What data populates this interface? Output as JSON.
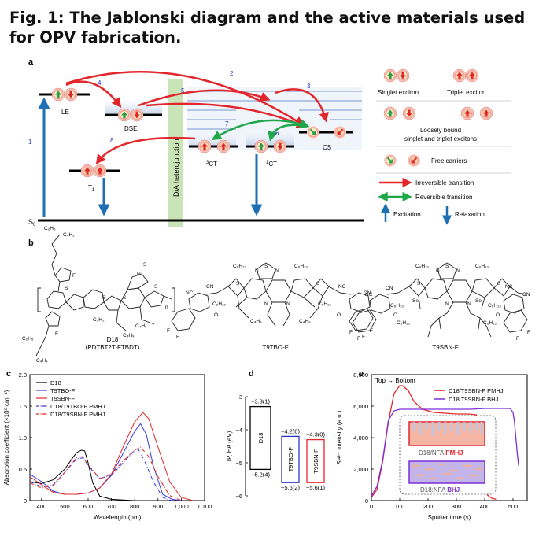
{
  "caption": "Fig. 1: The Jablonski diagram and the active materials used for OPV fabrication.",
  "panel_a": {
    "label": "a",
    "states": {
      "s0": "S",
      "s0_sub": "0",
      "le": "LE",
      "dse": "DSE",
      "t1": "T",
      "t1_sub": "1",
      "ct3_sup": "3",
      "ct3": "CT",
      "ct1_sup": "1",
      "ct1": "CT",
      "cs": "CS"
    },
    "interface": "D/A heterojunction",
    "arrow_numbers": [
      "1",
      "2",
      "3",
      "4",
      "5",
      "6",
      "7",
      "8"
    ],
    "legend": {
      "singlet": "Singlet exciton",
      "triplet": "Triplet exciton",
      "loose_1": "Loosely bound",
      "loose_2": "singlet and triplet excitons",
      "free": "Free carriers",
      "irreversible": "Irreversible transition",
      "reversible": "Reversible transition",
      "excitation": "Excitation",
      "relaxation": "Relaxation"
    }
  },
  "panel_b": {
    "label": "b",
    "molecules": [
      {
        "name": "D18",
        "subname": "(PDTBT2T-FTBDT)"
      },
      {
        "name": "T9TBO-F"
      },
      {
        "name": "T9SBN-F"
      }
    ],
    "atoms": {
      "S": "S",
      "F": "F",
      "N": "N",
      "Se": "Se",
      "O": "O",
      "CN": "CN",
      "NC": "NC",
      "n": "n"
    },
    "chains": {
      "c2h5": "C₂H₅",
      "c4h9": "C₄H₉",
      "c6h13": "C₆H₁₃",
      "c8h17": "C₈H₁₇"
    }
  },
  "panel_c": {
    "label": "c",
    "chart_data": {
      "type": "line",
      "xlabel": "Wavelength (nm)",
      "ylabel": "Absorption coefficient (×10⁵ cm⁻¹)",
      "xlim": [
        350,
        1100
      ],
      "ylim": [
        0,
        2.0
      ],
      "xticks": [
        "400",
        "500",
        "600",
        "700",
        "800",
        "900",
        "1,000",
        "1,100"
      ],
      "yticks": [
        "0",
        "0.5",
        "1.0",
        "1.5",
        "2.0"
      ],
      "series": [
        {
          "name": "D18",
          "color": "#000000",
          "dash": "solid",
          "x": [
            350,
            400,
            450,
            500,
            530,
            550,
            570,
            585,
            600,
            620,
            650,
            700,
            750,
            800
          ],
          "y": [
            0.3,
            0.27,
            0.33,
            0.5,
            0.66,
            0.76,
            0.8,
            0.79,
            0.6,
            0.28,
            0.07,
            0.02,
            0.01,
            0.0
          ]
        },
        {
          "name": "T9TBO-F",
          "color": "#3b3bd6",
          "dash": "solid",
          "x": [
            350,
            400,
            450,
            500,
            550,
            600,
            650,
            700,
            750,
            800,
            825,
            850,
            880,
            920,
            960,
            1000
          ],
          "y": [
            0.42,
            0.3,
            0.15,
            0.1,
            0.1,
            0.12,
            0.2,
            0.4,
            0.75,
            1.1,
            1.22,
            1.05,
            0.55,
            0.1,
            0.02,
            0.0
          ]
        },
        {
          "name": "T9SBN-F",
          "color": "#e3262b",
          "dash": "solid",
          "x": [
            350,
            400,
            450,
            500,
            550,
            600,
            650,
            700,
            750,
            800,
            835,
            860,
            900,
            950,
            1000,
            1050
          ],
          "y": [
            0.38,
            0.25,
            0.13,
            0.1,
            0.1,
            0.12,
            0.2,
            0.42,
            0.85,
            1.25,
            1.4,
            1.3,
            0.85,
            0.3,
            0.05,
            0.0
          ]
        },
        {
          "name": "D18/T9TBO-F PMHJ",
          "color": "#3b3bd6",
          "dash": "dashdot",
          "x": [
            350,
            400,
            450,
            500,
            550,
            580,
            600,
            650,
            700,
            750,
            800,
            815,
            840,
            880,
            920,
            960
          ],
          "y": [
            0.3,
            0.22,
            0.25,
            0.45,
            0.66,
            0.68,
            0.55,
            0.35,
            0.4,
            0.6,
            0.8,
            0.82,
            0.65,
            0.3,
            0.05,
            0.0
          ]
        },
        {
          "name": "D18/T9SBN-F PMHJ",
          "color": "#e3262b",
          "dash": "dashdot",
          "x": [
            350,
            400,
            450,
            500,
            550,
            575,
            600,
            650,
            700,
            750,
            800,
            825,
            860,
            900,
            950,
            1000
          ],
          "y": [
            0.28,
            0.2,
            0.24,
            0.45,
            0.68,
            0.7,
            0.57,
            0.35,
            0.42,
            0.63,
            0.8,
            0.85,
            0.7,
            0.38,
            0.08,
            0.0
          ]
        }
      ]
    }
  },
  "panel_d": {
    "label": "d",
    "chart_data": {
      "type": "bar",
      "ylabel": "IP, EA (eV)",
      "ylim": [
        -6,
        -3
      ],
      "yticks": [
        "-3",
        "-4",
        "-5",
        "-6"
      ],
      "bars": [
        {
          "name": "D18",
          "ea": -3.3,
          "ip": -5.2,
          "ea_label": "−3.3(1)",
          "ip_label": "−5.2(4)",
          "color": "#000000"
        },
        {
          "name": "T9TBO-F",
          "ea": -4.2,
          "ip": -5.6,
          "ea_label": "−4.2(8)",
          "ip_label": "−5.6(2)",
          "color": "#2b35c9"
        },
        {
          "name": "T9SBN-F",
          "ea": -4.3,
          "ip": -5.6,
          "ea_label": "−4.3(0)",
          "ip_label": "−5.6(1)",
          "color": "#e3262b"
        }
      ]
    }
  },
  "panel_e": {
    "label": "e",
    "annotation": "Top → Bottom",
    "inset": [
      {
        "prefix": "D18/NFA ",
        "suffix": "PMHJ"
      },
      {
        "prefix": "D18:NFA ",
        "suffix": "BHJ"
      }
    ],
    "chart_data": {
      "type": "line",
      "xlabel": "Sputter time (s)",
      "ylabel": "Se²⁻ intensity (a.u.)",
      "xlim": [
        0,
        550
      ],
      "ylim": [
        0,
        8000
      ],
      "xticks": [
        "0",
        "100",
        "200",
        "300",
        "400",
        "500"
      ],
      "yticks": [
        "0",
        "2,000",
        "4,000",
        "6,000",
        "8,000"
      ],
      "series": [
        {
          "name": "D18/T9SBN-F PMHJ",
          "color": "#e3262b",
          "x": [
            0,
            20,
            40,
            60,
            80,
            100,
            110,
            130,
            150,
            180,
            220,
            260,
            300,
            340,
            370,
            380,
            390,
            400,
            410,
            425,
            440
          ],
          "y": [
            200,
            700,
            2500,
            5000,
            6800,
            7300,
            7300,
            7000,
            6300,
            5800,
            5600,
            5550,
            5500,
            5500,
            5450,
            4500,
            2500,
            1000,
            350,
            150,
            80
          ]
        },
        {
          "name": "D18:T9SBN-F BHJ",
          "color": "#7b2fd9",
          "x": [
            0,
            20,
            40,
            60,
            80,
            100,
            150,
            200,
            250,
            300,
            350,
            400,
            450,
            490,
            500,
            505,
            510,
            515,
            520
          ],
          "y": [
            300,
            900,
            2600,
            5100,
            5700,
            5800,
            5800,
            5800,
            5800,
            5800,
            5800,
            5850,
            5850,
            5850,
            5600,
            5000,
            4000,
            3000,
            2200
          ]
        }
      ]
    }
  }
}
